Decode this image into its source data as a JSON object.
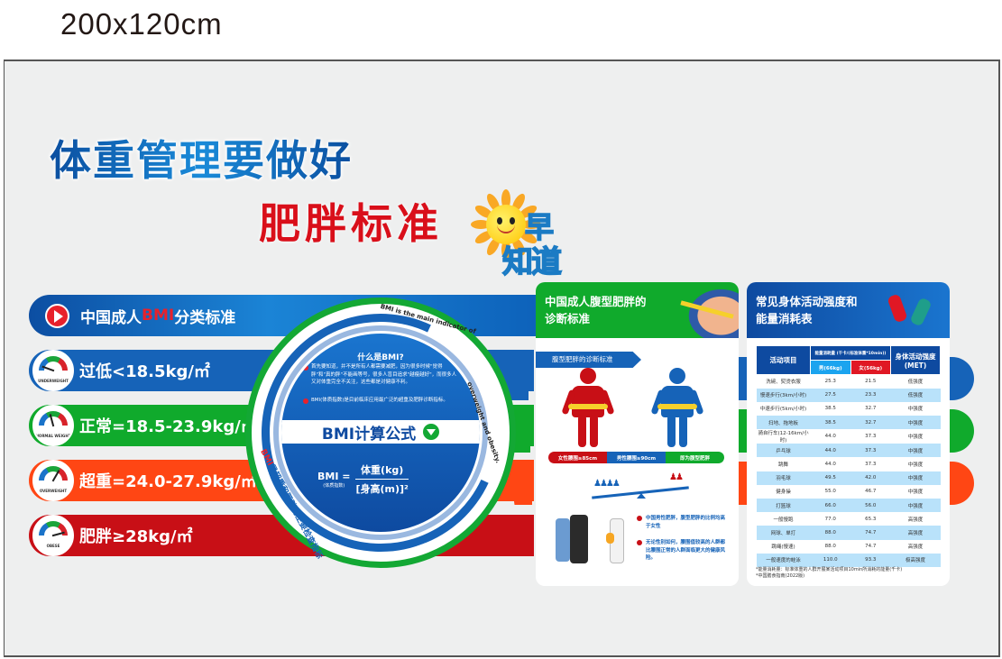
{
  "size_label": "200x120cm",
  "title": {
    "main": "体重管理要做好",
    "sub": "肥胖标准",
    "badge_top": "早",
    "badge_bottom": "知道"
  },
  "bmi_standard": {
    "heading_prefix": "中国成人",
    "heading_highlight": "BMI",
    "heading_suffix": "分类标准",
    "levels": [
      {
        "gauge_label": "UNDERWEIGHT",
        "text": "过低<18.5kg/㎡",
        "color": "#1663b8"
      },
      {
        "gauge_label": "NORMAL WEIGHT",
        "text": "正常=18.5-23.9kg/㎡",
        "color": "#10aa2c"
      },
      {
        "gauge_label": "OVERWEIGHT",
        "text": "超重=24.0-27.9kg/㎡",
        "color": "#ff4614"
      },
      {
        "gauge_label": "OBESE",
        "text": "肥胖≥28kg/㎡",
        "color": "#c80f16"
      }
    ]
  },
  "bmi_circle": {
    "arc_en_1": "BMI is the main indicator of",
    "arc_en_2": "overweight and obesity.",
    "arc_cn_prefix": "BMI",
    "arc_cn": "是超重和肥胖的主要检查指标",
    "what_title": "什么是BMI?",
    "what_points": [
      "首先要知道，并不是所有人都需要减肥，因为很多时候\"觉得胖\"和\"真的胖\"不能画等号，很多人盲目追求\"越瘦越好\"，而很多人又对体重完全不关注，这些都是对健康不利。",
      "BMI(体质指数)是目前临床应用最广泛的超重及肥胖诊断指标。"
    ],
    "formula_title": "BMI计算公式",
    "formula_lhs": "BMI =",
    "formula_lhs_sub": "(体质指数)",
    "formula_numerator": "体重(kg)",
    "formula_denominator": "[身高(m)]²"
  },
  "abdominal_panel": {
    "heading_line1": "中国成人腹型肥胖的",
    "heading_line2": "诊断标准",
    "subheading": "腹型肥胖的诊断标准",
    "criteria": [
      {
        "text": "女性腰围≥85cm",
        "color": "#c80f16"
      },
      {
        "text": "男性腰围≥90cm",
        "color": "#1663b8"
      },
      {
        "text": "即为腹型肥胖",
        "color": "#10aa2c"
      }
    ],
    "notes": [
      "中国男性肥胖，腹型肥胖的比例均高于女性",
      "无论性别如何，腰围值较高的人群都比腰围正常的人群面临更大的健康风险。"
    ]
  },
  "activity_panel": {
    "heading_line1": "常见身体活动强度和",
    "heading_line2": "能量消耗表",
    "table": {
      "col_activity": "活动项目",
      "col_energy": "能量消耗量\n(千卡/(标准体重*10min))",
      "col_male": "男(66kg)",
      "col_female": "女(56kg)",
      "col_met": "身体活动强度(MET)",
      "rows": [
        [
          "洗碗、熨烫衣服",
          "25.3",
          "21.5",
          "低强度"
        ],
        [
          "慢速步行(3km/小时)",
          "27.5",
          "23.3",
          "低强度"
        ],
        [
          "中速步行(5km/小时)",
          "38.5",
          "32.7",
          "中强度"
        ],
        [
          "扫地、拖地板",
          "38.5",
          "32.7",
          "中强度"
        ],
        [
          "骑自行车(12-16km/小时)",
          "44.0",
          "37.3",
          "中强度"
        ],
        [
          "乒乓球",
          "44.0",
          "37.3",
          "中强度"
        ],
        [
          "跳舞",
          "44.0",
          "37.3",
          "中强度"
        ],
        [
          "羽毛球",
          "49.5",
          "42.0",
          "中强度"
        ],
        [
          "健身操",
          "55.0",
          "46.7",
          "中强度"
        ],
        [
          "打篮球",
          "66.0",
          "56.0",
          "中强度"
        ],
        [
          "一般慢跑",
          "77.0",
          "65.3",
          "高强度"
        ],
        [
          "网球、单打",
          "88.0",
          "74.7",
          "高强度"
        ],
        [
          "跳绳(慢速)",
          "88.0",
          "74.7",
          "高强度"
        ],
        [
          "一般速度的蛙泳",
          "110.0",
          "93.3",
          "极高强度"
        ]
      ]
    },
    "footnotes": [
      "*能量消耗量：标准体重的人群开展某活动项目10min所消耗的能量(千卡)",
      "*中国膳食指南(2022版)"
    ]
  },
  "colors": {
    "blue": "#1663b8",
    "green": "#10aa2c",
    "orange": "#ff4614",
    "red": "#c80f16",
    "background": "#eeefef"
  }
}
